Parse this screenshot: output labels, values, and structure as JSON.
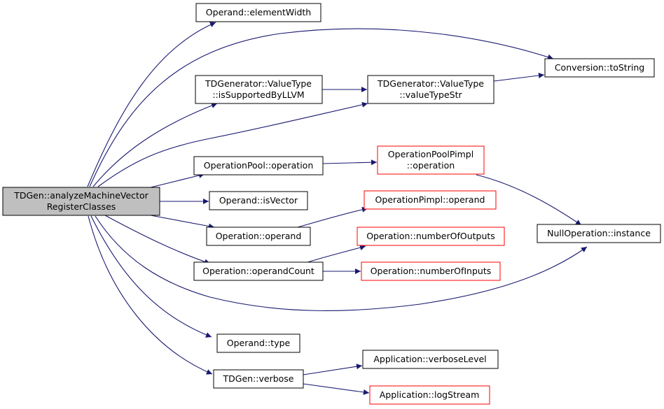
{
  "root": {
    "line1": "TDGen::analyzeMachineVector",
    "line2": "RegisterClasses"
  },
  "nodes": {
    "element_width": "Operand::elementWidth",
    "to_string": "Conversion::toString",
    "is_supported_line1": "TDGenerator::ValueType",
    "is_supported_line2": "::isSupportedByLLVM",
    "value_type_str_line1": "TDGenerator::ValueType",
    "value_type_str_line2": "::valueTypeStr",
    "pool_operation": "OperationPool::operation",
    "pimpl_operation_line1": "OperationPoolPimpl",
    "pimpl_operation_line2": "::operation",
    "is_vector": "Operand::isVector",
    "op_pimpl_operand": "OperationPimpl::operand",
    "operation_operand": "Operation::operand",
    "null_instance": "NullOperation::instance",
    "num_outputs": "Operation::numberOfOutputs",
    "operand_count": "Operation::operandCount",
    "num_inputs": "Operation::numberOfInputs",
    "operand_type": "Operand::type",
    "verbose_level": "Application::verboseLevel",
    "verbose": "TDGen::verbose",
    "log_stream": "Application::logStream"
  },
  "colors": {
    "root_fill": "#bfbfbf",
    "node_border": "#000000",
    "truncated_border": "#ff0000",
    "edge": "#191970"
  }
}
